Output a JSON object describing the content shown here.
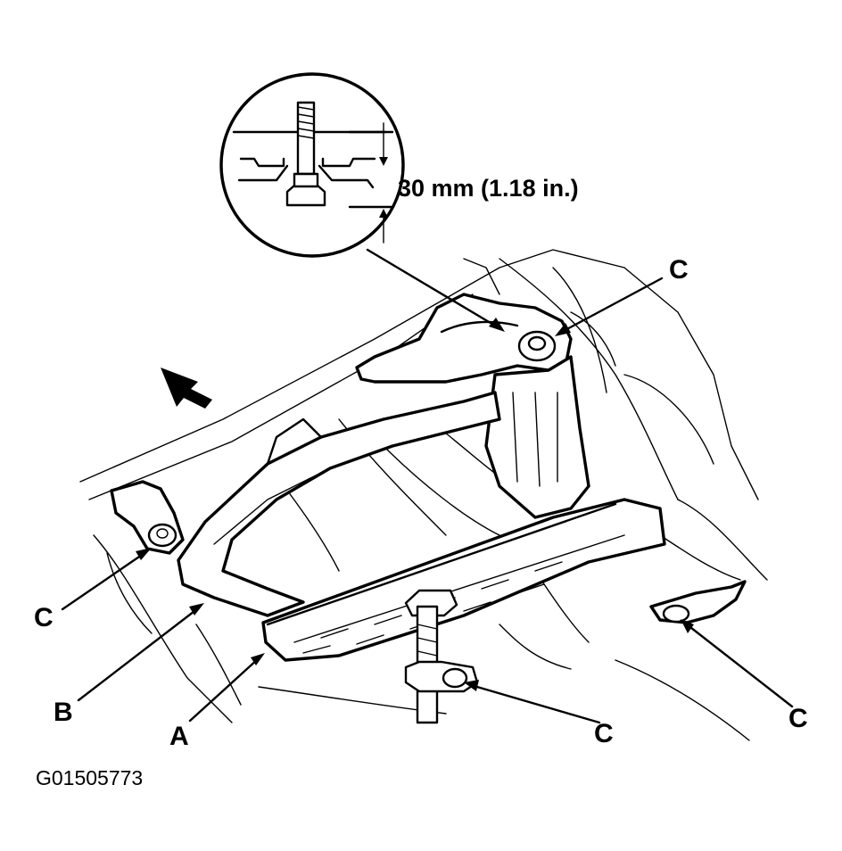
{
  "inset": {
    "dimension_label": "30 mm (1.18 in.)"
  },
  "callouts": {
    "a": "A",
    "b": "B",
    "c_top": "C",
    "c_left": "C",
    "c_right": "C",
    "c_bottom": "C"
  },
  "figure_id": "G01505773",
  "colors": {
    "ink": "#000000",
    "paper": "#ffffff"
  }
}
